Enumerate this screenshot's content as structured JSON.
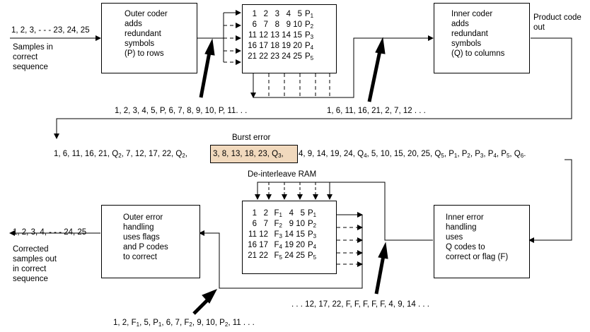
{
  "top": {
    "input_sequence": "1, 2, 3, - - - 23, 24, 25",
    "input_caption": "Samples in\ncorrect\nsequence",
    "outer_coder": "Outer coder\nadds\nredundant\nsymbols\n(P) to rows",
    "matrix": [
      [
        "1",
        "2",
        "3",
        "4",
        "5",
        "P1"
      ],
      [
        "6",
        "7",
        "8",
        "9",
        "10",
        "P2"
      ],
      [
        "11",
        "12",
        "13",
        "14",
        "15",
        "P3"
      ],
      [
        "16",
        "17",
        "18",
        "19",
        "20",
        "P4"
      ],
      [
        "21",
        "22",
        "23",
        "24",
        "25",
        "P5"
      ]
    ],
    "inner_coder": "Inner coder\nadds\nredundant\nsymbols\n(Q) to columns",
    "product_code_out": "Product code\nout",
    "row_sequence": "1, 2, 3, 4, 5, P, 6, 7, 8, 9, 10, P, 11. . .",
    "column_sequence": "1, 6, 11, 16, 21, 2, 7, 12 . . ."
  },
  "middle": {
    "burst_error_label": "Burst error",
    "stream_before": "1, 6, 11, 16, 21, Q2, 7, 12, 17, 22, Q2,",
    "stream_burst": "3, 8, 13, 18, 23, Q3,",
    "stream_after": "4, 9, 14, 19, 24, Q4, 5, 10, 15, 20, 25, Q5, P1, P2, P3, P4, P5, Q6."
  },
  "bottom": {
    "ram_label": "De-interleave RAM",
    "ram_matrix": [
      [
        "1",
        "2",
        "F1",
        "4",
        "5",
        "P1"
      ],
      [
        "6",
        "7",
        "F2",
        "9",
        "10",
        "P2"
      ],
      [
        "11",
        "12",
        "F3",
        "14",
        "15",
        "P3"
      ],
      [
        "16",
        "17",
        "F4",
        "19",
        "20",
        "P4"
      ],
      [
        "21",
        "22",
        "F5",
        "24",
        "25",
        "P5"
      ]
    ],
    "inner_error": "Inner error\nhandling\nuses\nQ codes to\ncorrect or flag (F)",
    "outer_error": "Outer error\nhandling\nuses flags\nand P codes\nto correct",
    "output_sequence": "1, 2, 3, 4, - - - 24, 25",
    "output_caption": "Corrected\nsamples out\nin correct\nsequence",
    "received_sequence": ". . . 12, 17, 22, F, F, F, F, F, 4, 9, 14 . . .",
    "corrected_sequence": "1, 2, F1, 5, P1, 6, 7, F2, 9, 10, P2, 11 . . ."
  }
}
